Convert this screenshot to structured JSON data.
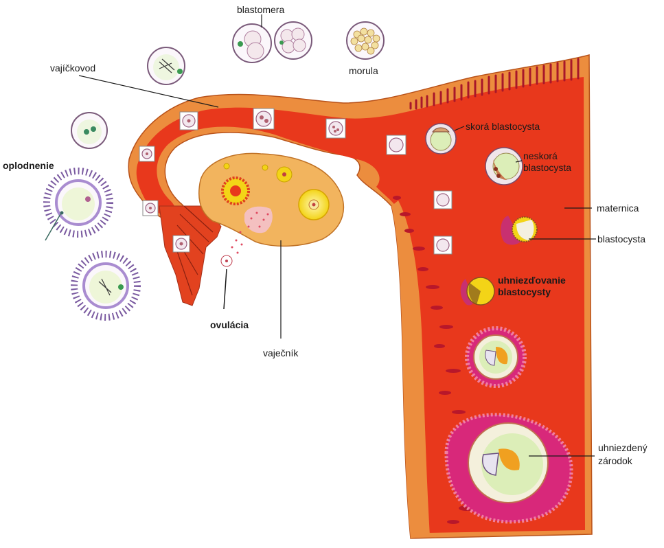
{
  "labels": {
    "blastomera": "blastomera",
    "morula": "morula",
    "vajickovod": "vajíčkovod",
    "oplodnenie": "oplodnenie",
    "skora_blastocysta": "skorá blastocysta",
    "neskora_blastocysta_1": "neskorá",
    "neskora_blastocysta_2": "blastocysta",
    "maternica": "maternica",
    "blastocysta": "blastocysta",
    "uhniezdovanie_1": "uhniezďovanie",
    "uhniezdovanie_2": "blastocysty",
    "ovulacia": "ovulácia",
    "vajecnik": "vaječník",
    "uhniezdeny_1": "uhniezdený",
    "uhniezdeny_2": "zárodok"
  },
  "colors": {
    "tissue_red": "#e8381c",
    "tissue_orange": "#eb8a3c",
    "ovary": "#f0b060",
    "follicle_yellow": "#f5dc1e",
    "zona_purple": "#a98cd0",
    "cell_green": "#dff0c8",
    "mucosa_pink": "#d8287a"
  }
}
